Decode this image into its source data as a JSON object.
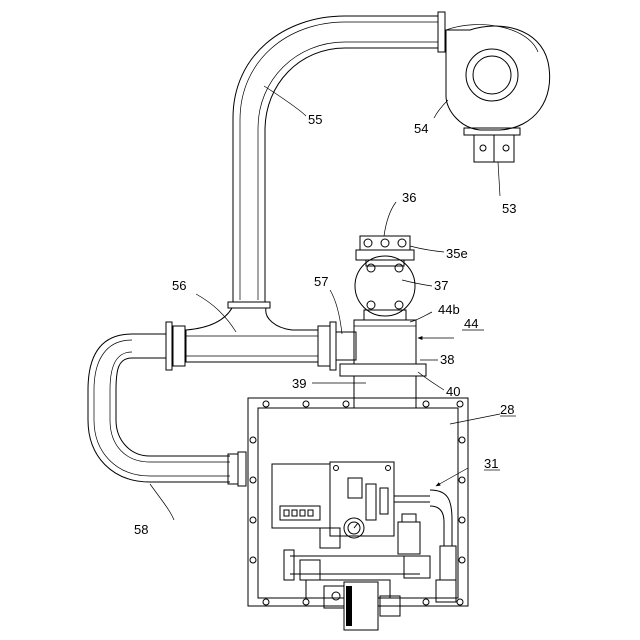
{
  "labels": {
    "l53": "53",
    "l54": "54",
    "l55": "55",
    "l36": "36",
    "l35e": "35e",
    "l37": "37",
    "l56": "56",
    "l57": "57",
    "l44b": "44b",
    "l44": "44",
    "l38": "38",
    "l40": "40",
    "l39": "39",
    "l28": "28",
    "l31": "31",
    "l58": "58"
  },
  "colors": {
    "line": "#000000",
    "background": "#ffffff"
  }
}
